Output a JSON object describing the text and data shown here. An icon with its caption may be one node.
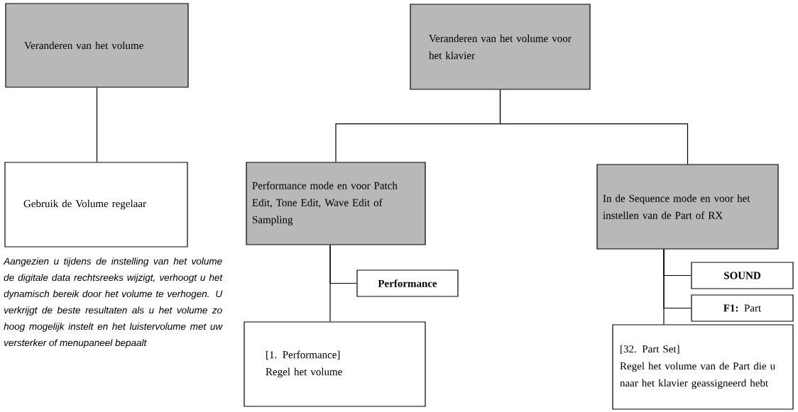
{
  "diagram": {
    "nodes": [
      {
        "text": [
          "Veranderen van het volume"
        ]
      },
      {
        "text": [
          "Gebruik de Volume regelaar"
        ]
      },
      {
        "text": [
          "Veranderen van het volume voor het klavier"
        ]
      },
      {
        "text": [
          "Performance mode en voor Patch Edit, Tone Edit, Wave Edit of Sampling"
        ]
      },
      {
        "text": [
          "In de Sequence mode en voor het instellen van de Part of RX"
        ]
      },
      {
        "text": [
          "Performance"
        ]
      },
      {
        "text": [
          "[1. Performance]",
          "Regel het volume"
        ]
      },
      {
        "text": [
          "SOUND"
        ]
      },
      {
        "text": [
          "**F1:** Part"
        ]
      },
      {
        "text": [
          "[32. Part Set]",
          "Regel het volume van de Part die u naar het klavier geassigneerd hebt"
        ]
      }
    ],
    "edges": [
      {
        "from": 0,
        "to": 1,
        "arrow": "none"
      },
      {
        "from": 2,
        "to": 3,
        "arrow": "none"
      },
      {
        "from": 2,
        "to": 4,
        "arrow": "none"
      },
      {
        "from": 3,
        "to": 5,
        "arrow": "none"
      },
      {
        "from": 3,
        "to": 6,
        "arrow": "none"
      },
      {
        "from": 4,
        "to": 7,
        "arrow": "none"
      },
      {
        "from": 4,
        "to": 8,
        "arrow": "none"
      },
      {
        "from": 4,
        "to": 9,
        "arrow": "none"
      }
    ],
    "labels": [
      "Aangezien u tijdens de instelling van het volume de digitale data rechtsreeks wijzigt, verhoogt u het dynamisch bereik door het volume te verhogen. U verkrijgt de beste resultaten als u het volume zo hoog mogelijk instelt en het luistervolume met uw versterker of menupaneel bepaalt"
    ]
  }
}
